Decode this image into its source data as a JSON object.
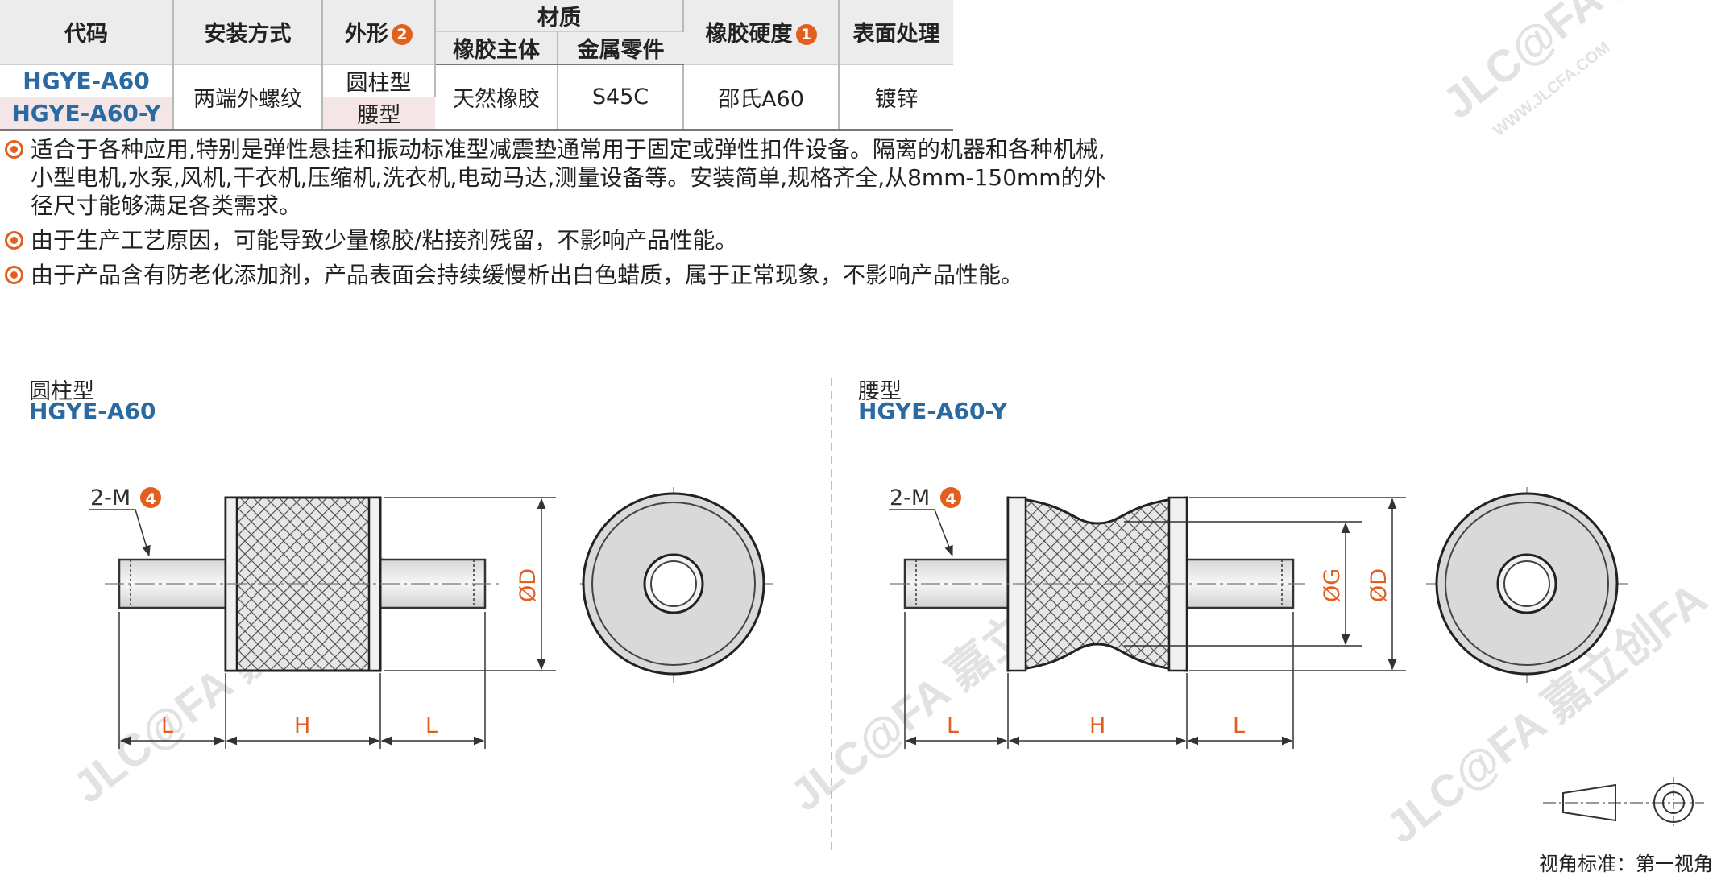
{
  "table": {
    "headers": {
      "code": "代码",
      "mount": "安装方式",
      "shape": "外形",
      "shape_badge": "2",
      "material": "材质",
      "rubber_body": "橡胶主体",
      "metal_parts": "金属零件",
      "hardness": "橡胶硬度",
      "hardness_badge": "1",
      "surface": "表面处理"
    },
    "rows": [
      {
        "code": "HGYE-A60",
        "shape": "圆柱型"
      },
      {
        "code": "HGYE-A60-Y",
        "shape": "腰型"
      }
    ],
    "shared": {
      "mount": "两端外螺纹",
      "rubber_body": "天然橡胶",
      "metal_parts": "S45C",
      "hardness": "邵氏A60",
      "surface": "镀锌"
    }
  },
  "notes": [
    "适合于各种应用,特别是弹性悬挂和振动标准型减震垫通常用于固定或弹性扣件设备。隔离的机器和各种机械,小型电机,水泵,风机,干衣机,压缩机,洗衣机,电动马达,测量设备等。安装简单,规格齐全,从8mm-150mm的外径尺寸能够满足各类需求。",
    "由于生产工艺原因，可能导致少量橡胶/粘接剂残留，不影响产品性能。",
    "由于产品含有防老化添加剂，产品表面会持续缓慢析出白色蜡质，属于正常现象，不影响产品性能。"
  ],
  "views": {
    "left": {
      "title": "圆柱型",
      "code": "HGYE-A60"
    },
    "right": {
      "title": "腰型",
      "code": "HGYE-A60-Y"
    }
  },
  "dimensions": {
    "thread": "2-M",
    "thread_badge": "4",
    "L": "L",
    "H": "H",
    "D": "ØD",
    "G": "ØG"
  },
  "projection_standard": "视角标准：第一视角",
  "watermark": {
    "brand": "JLC@FA 嘉立创FA",
    "url": "WWW.JLCFA.COM"
  },
  "colors": {
    "accent": "#e25f1e",
    "code_blue": "#2a6aa0",
    "header_bg": "#ececec"
  }
}
